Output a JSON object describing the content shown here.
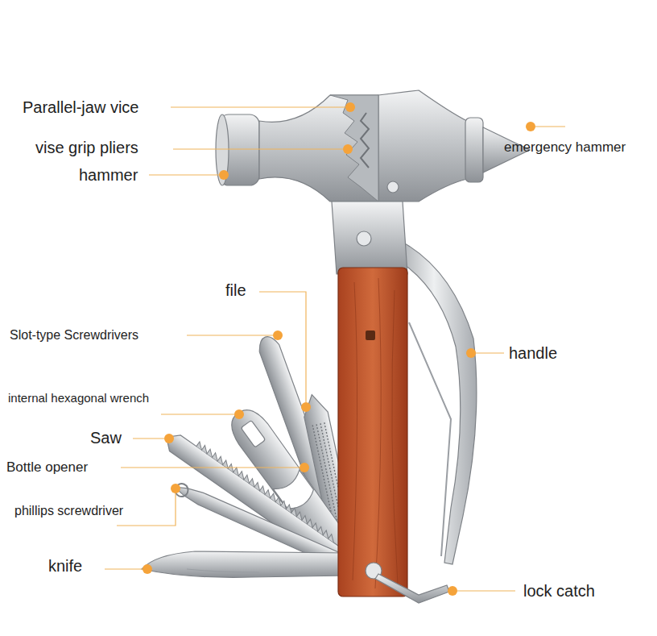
{
  "diagram": {
    "labels": [
      "Parallel-jaw vice",
      "vise grip pliers",
      "hammer",
      "emergency hammer",
      "file",
      "Slot-type Screwdrivers",
      "handle",
      "internal hexagonal wrench",
      "Saw",
      "Bottle opener",
      "phillips screwdriver",
      "knife",
      "lock catch"
    ]
  }
}
